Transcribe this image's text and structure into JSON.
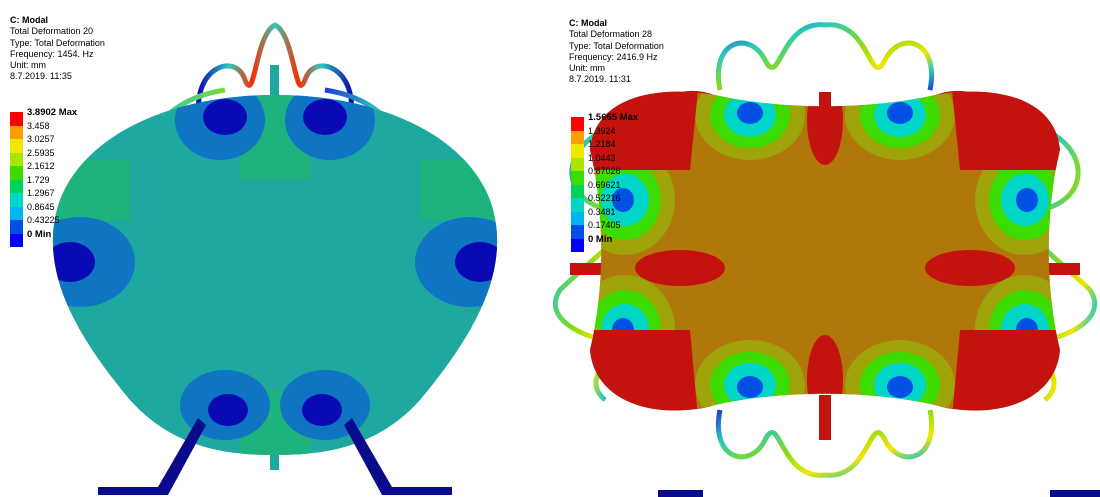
{
  "panels": [
    {
      "header": "C: Modal",
      "title": "Total Deformation 20",
      "type": "Type: Total Deformation",
      "frequency": "Frequency: 1454. Hz",
      "unit": "Unit: mm",
      "date": "8.7.2019. 11:35",
      "legend": [
        {
          "label": "3.8902 Max",
          "color": "#ff0000"
        },
        {
          "label": "3.458",
          "color": "#ff9e00"
        },
        {
          "label": "3.0257",
          "color": "#f2e600"
        },
        {
          "label": "2.5935",
          "color": "#a6e600"
        },
        {
          "label": "2.1612",
          "color": "#3cdc00"
        },
        {
          "label": "1.729",
          "color": "#00d25a"
        },
        {
          "label": "1.2967",
          "color": "#00d6c8"
        },
        {
          "label": "0.8645",
          "color": "#00b4f0"
        },
        {
          "label": "0.43225",
          "color": "#0050e6"
        },
        {
          "label": "0 Min",
          "color": "#0000ff"
        }
      ]
    },
    {
      "header": "C: Modal",
      "title": "Total Deformation 28",
      "type": "Type: Total Deformation",
      "frequency": "Frequency: 2416.9 Hz",
      "unit": "Unit: mm",
      "date": "8.7.2019. 11:31",
      "legend": [
        {
          "label": "1.5665 Max",
          "color": "#ff0000"
        },
        {
          "label": "1.3924",
          "color": "#ff9e00"
        },
        {
          "label": "1.2184",
          "color": "#f2e600"
        },
        {
          "label": "1.0443",
          "color": "#a6e600"
        },
        {
          "label": "0.87026",
          "color": "#3cdc00"
        },
        {
          "label": "0.69621",
          "color": "#00d25a"
        },
        {
          "label": "0.52216",
          "color": "#00d6c8"
        },
        {
          "label": "0.3481",
          "color": "#00b4f0"
        },
        {
          "label": "0.17405",
          "color": "#0050e6"
        },
        {
          "label": "0 Min",
          "color": "#0000ff"
        }
      ]
    }
  ],
  "colors": {
    "ring_teal": "#1fa8a0",
    "ring_green": "#1eb37d",
    "ring_blue": "#0f74c2",
    "node_blue": "#0a0ab4",
    "base_navy": "#0a0a8c",
    "square_red": "#c4120e",
    "square_brown": "#b0770a",
    "square_olive": "#9ea30a"
  }
}
